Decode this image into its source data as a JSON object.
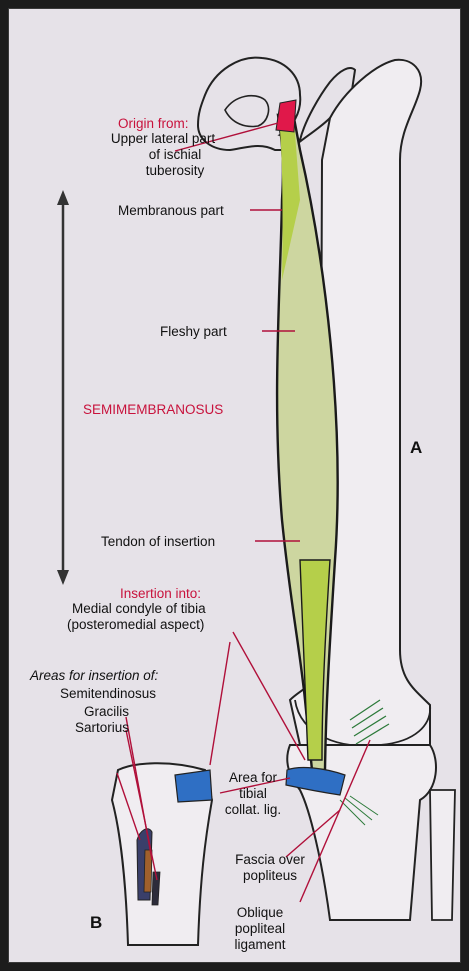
{
  "labels": {
    "origin_heading": "Origin from:",
    "origin_line1": "Upper lateral part",
    "origin_line2": "of ischial",
    "origin_line3": "tuberosity",
    "membranous": "Membranous part",
    "fleshy": "Fleshy part",
    "muscle_name": "SEMIMEMBRANOSUS",
    "tendon": "Tendon of insertion",
    "insertion_heading": "Insertion into:",
    "insertion_line1": "Medial condyle of tibia",
    "insertion_line2": "(posteromedial aspect)",
    "areas_heading": "Areas for insertion of:",
    "semitendinosus": "Semitendinosus",
    "gracilis": "Gracilis",
    "sartorius": "Sartorius",
    "area_line1": "Area for",
    "area_line2": "tibial",
    "area_line3": "collat. lig.",
    "fascia_line1": "Fascia over",
    "fascia_line2": "popliteus",
    "oblique_line1": "Oblique",
    "oblique_line2": "popliteal",
    "oblique_line3": "ligament",
    "panel_a": "A",
    "panel_b": "B"
  },
  "colors": {
    "muscle": "#cdd6a0",
    "tendon": "#b5cf4a",
    "origin_mark": "#e0184a",
    "insertion_area": "#2f6fc4",
    "label_red": "#c8123c",
    "pointer_line": "#b0103a",
    "semitendinosus_mark": "#3a3f6a",
    "gracilis_mark": "#a0602c",
    "sartorius_mark": "#2c2c3a"
  }
}
